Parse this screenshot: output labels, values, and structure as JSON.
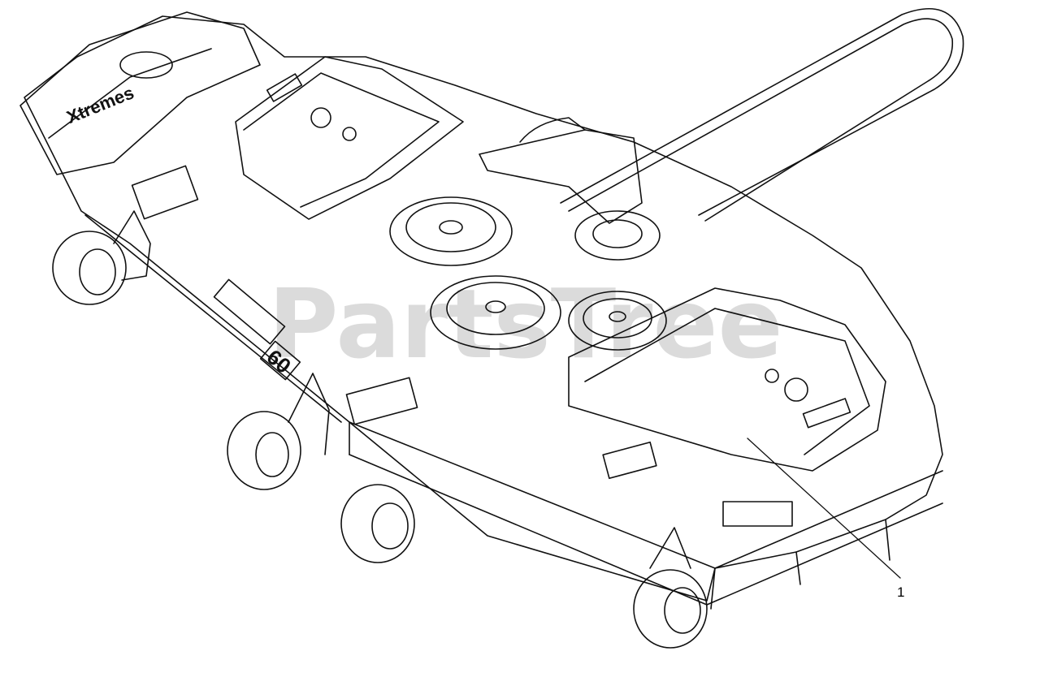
{
  "diagram": {
    "callouts": [
      {
        "label": "1"
      }
    ],
    "watermark": "PartsTree",
    "brand_text": "Xtremes",
    "deck_size_label": "60",
    "colors": {
      "line": "#111111",
      "fill": "#ffffff",
      "watermark": "#c8c8c8"
    }
  }
}
